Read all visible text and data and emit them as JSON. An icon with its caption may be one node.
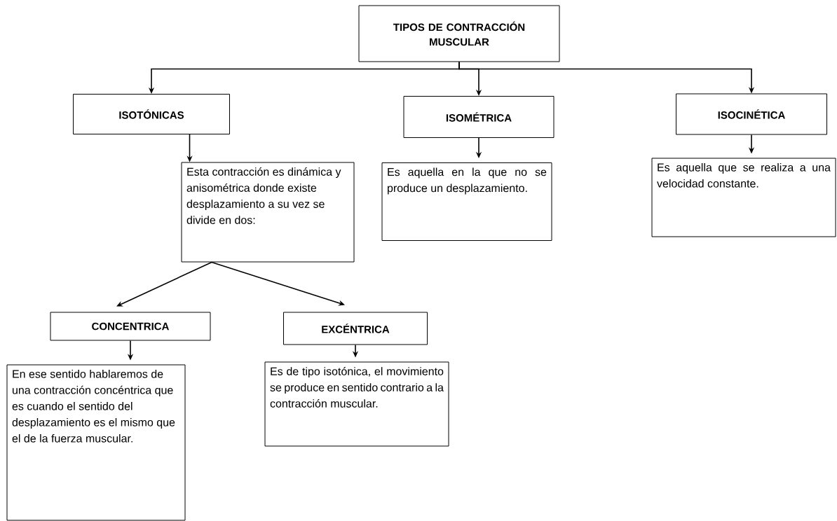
{
  "diagram": {
    "nodes": [
      {
        "text": [
          "TIPOS DE CONTRACCIÓN MUSCULAR"
        ]
      },
      {
        "text": [
          "ISOTÓNICAS"
        ]
      },
      {
        "text": [
          "ISOMÉTRICA"
        ]
      },
      {
        "text": [
          "ISOCINÉTICA"
        ]
      },
      {
        "text": [
          "Esta contracción es dinámica y anisométrica donde existe desplazamiento a su vez se divide en dos:"
        ]
      },
      {
        "text": [
          "Es aquella en la que no se produce un desplazamiento."
        ]
      },
      {
        "text": [
          "Es aquella que se realiza a una velocidad constante."
        ]
      },
      {
        "text": [
          "CONCENTRICA"
        ]
      },
      {
        "text": [
          "EXCÉNTRICA"
        ]
      },
      {
        "text": [
          "En ese sentido hablaremos de una contracción concéntrica que es cuando el sentido del desplazamiento es el mismo que el de la fuerza muscular."
        ]
      },
      {
        "text": [
          "Es de tipo isotónica, el movimiento se produce en sentido contrario a la contracción muscular."
        ]
      }
    ],
    "edges": [
      {
        "from": 0,
        "to": 1,
        "arrow": "to"
      },
      {
        "from": 0,
        "to": 2,
        "arrow": "to"
      },
      {
        "from": 0,
        "to": 3,
        "arrow": "to"
      },
      {
        "from": 1,
        "to": 4,
        "arrow": "to"
      },
      {
        "from": 2,
        "to": 5,
        "arrow": "to"
      },
      {
        "from": 3,
        "to": 6,
        "arrow": "to"
      },
      {
        "from": 4,
        "to": 7,
        "arrow": "to"
      },
      {
        "from": 4,
        "to": 8,
        "arrow": "to"
      },
      {
        "from": 7,
        "to": 9,
        "arrow": "to"
      },
      {
        "from": 8,
        "to": 10,
        "arrow": "to"
      }
    ]
  }
}
